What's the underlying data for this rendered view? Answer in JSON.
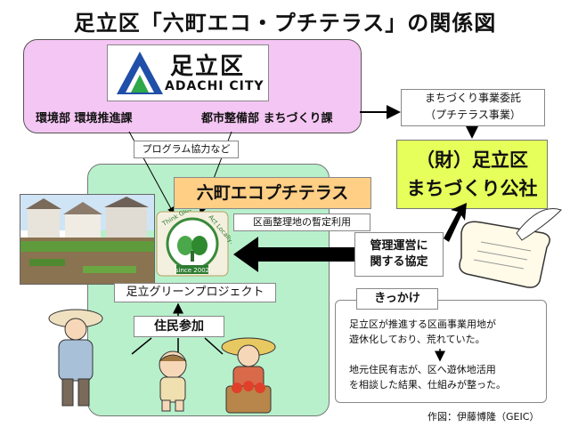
{
  "title": "足立区「六町エコ・プチテラス」の関係図",
  "logo": {
    "jp": "足立区",
    "en": "ADACHI CITY"
  },
  "departments": {
    "environment": "環境部 環境推進課",
    "urban": "都市整備部 まちづくり課"
  },
  "program_support": "プログラム協力など",
  "eco_terrace": "六町エコプチテラス",
  "land_use": "区画整理地の暫定利用",
  "emblem": {
    "top": "Think Globally",
    "right": "Act Locally!",
    "since": "since 2002"
  },
  "green_project": "足立グリーンプロジェクト",
  "residents": "住民参加",
  "consignment": {
    "line1": "まちづくり事業委託",
    "line2": "（プチテラス事業）"
  },
  "corporation": {
    "line1": "（財）足立区",
    "line2": "まちづくり公社"
  },
  "management": {
    "line1": "管理運営に",
    "line2": "関する協定"
  },
  "reason": {
    "label": "きっかけ",
    "p1_l1": "足立区が推進する区画事業用地が",
    "p1_l2": "遊休化しており、荒れていた。",
    "p2_l1": "地元住民有志が、区へ遊休地活用",
    "p2_l2": "を相談した結果、仕組みが整った。"
  },
  "credit": "作図：伊藤博隆（GEIC）",
  "colors": {
    "city_box": "#f4c6f3",
    "green_zone": "#b8f0cc",
    "eco_title": "#ffcf86",
    "corporation": "#e6ff5a"
  }
}
